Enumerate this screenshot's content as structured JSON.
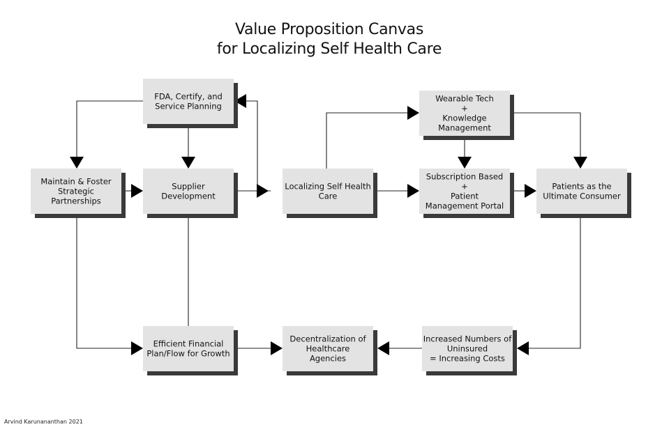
{
  "title": {
    "line1": "Value Proposition Canvas",
    "line2": "for Localizing Self Health Care"
  },
  "nodes": {
    "fda": [
      "FDA, Certify, and",
      "Service Planning"
    ],
    "maintain": [
      "Maintain & Foster",
      "Strategic",
      "Partnerships"
    ],
    "supplier": [
      "Supplier",
      "Development"
    ],
    "localizing": [
      "Localizing Self Health",
      "Care"
    ],
    "wearable": [
      "Wearable Tech",
      "+",
      "Knowledge",
      "Management"
    ],
    "subscription": [
      "Subscription Based",
      "+",
      "Patient",
      "Management Portal"
    ],
    "patients": [
      "Patients as the",
      "Ultimate Consumer"
    ],
    "financial": [
      "Efficient Financial",
      "Plan/Flow for Growth"
    ],
    "decentralization": [
      "Decentralization of",
      "Healthcare",
      "Agencies"
    ],
    "uninsured": [
      "Increased Numbers of",
      "Uninsured",
      "= Increasing Costs"
    ]
  },
  "credit": "Arvind Karunananthan 2021",
  "colors": {
    "box_fill": "#e3e3e3",
    "box_shadow": "#3a3a3a",
    "line": "#222222",
    "arrow": "#000000"
  }
}
